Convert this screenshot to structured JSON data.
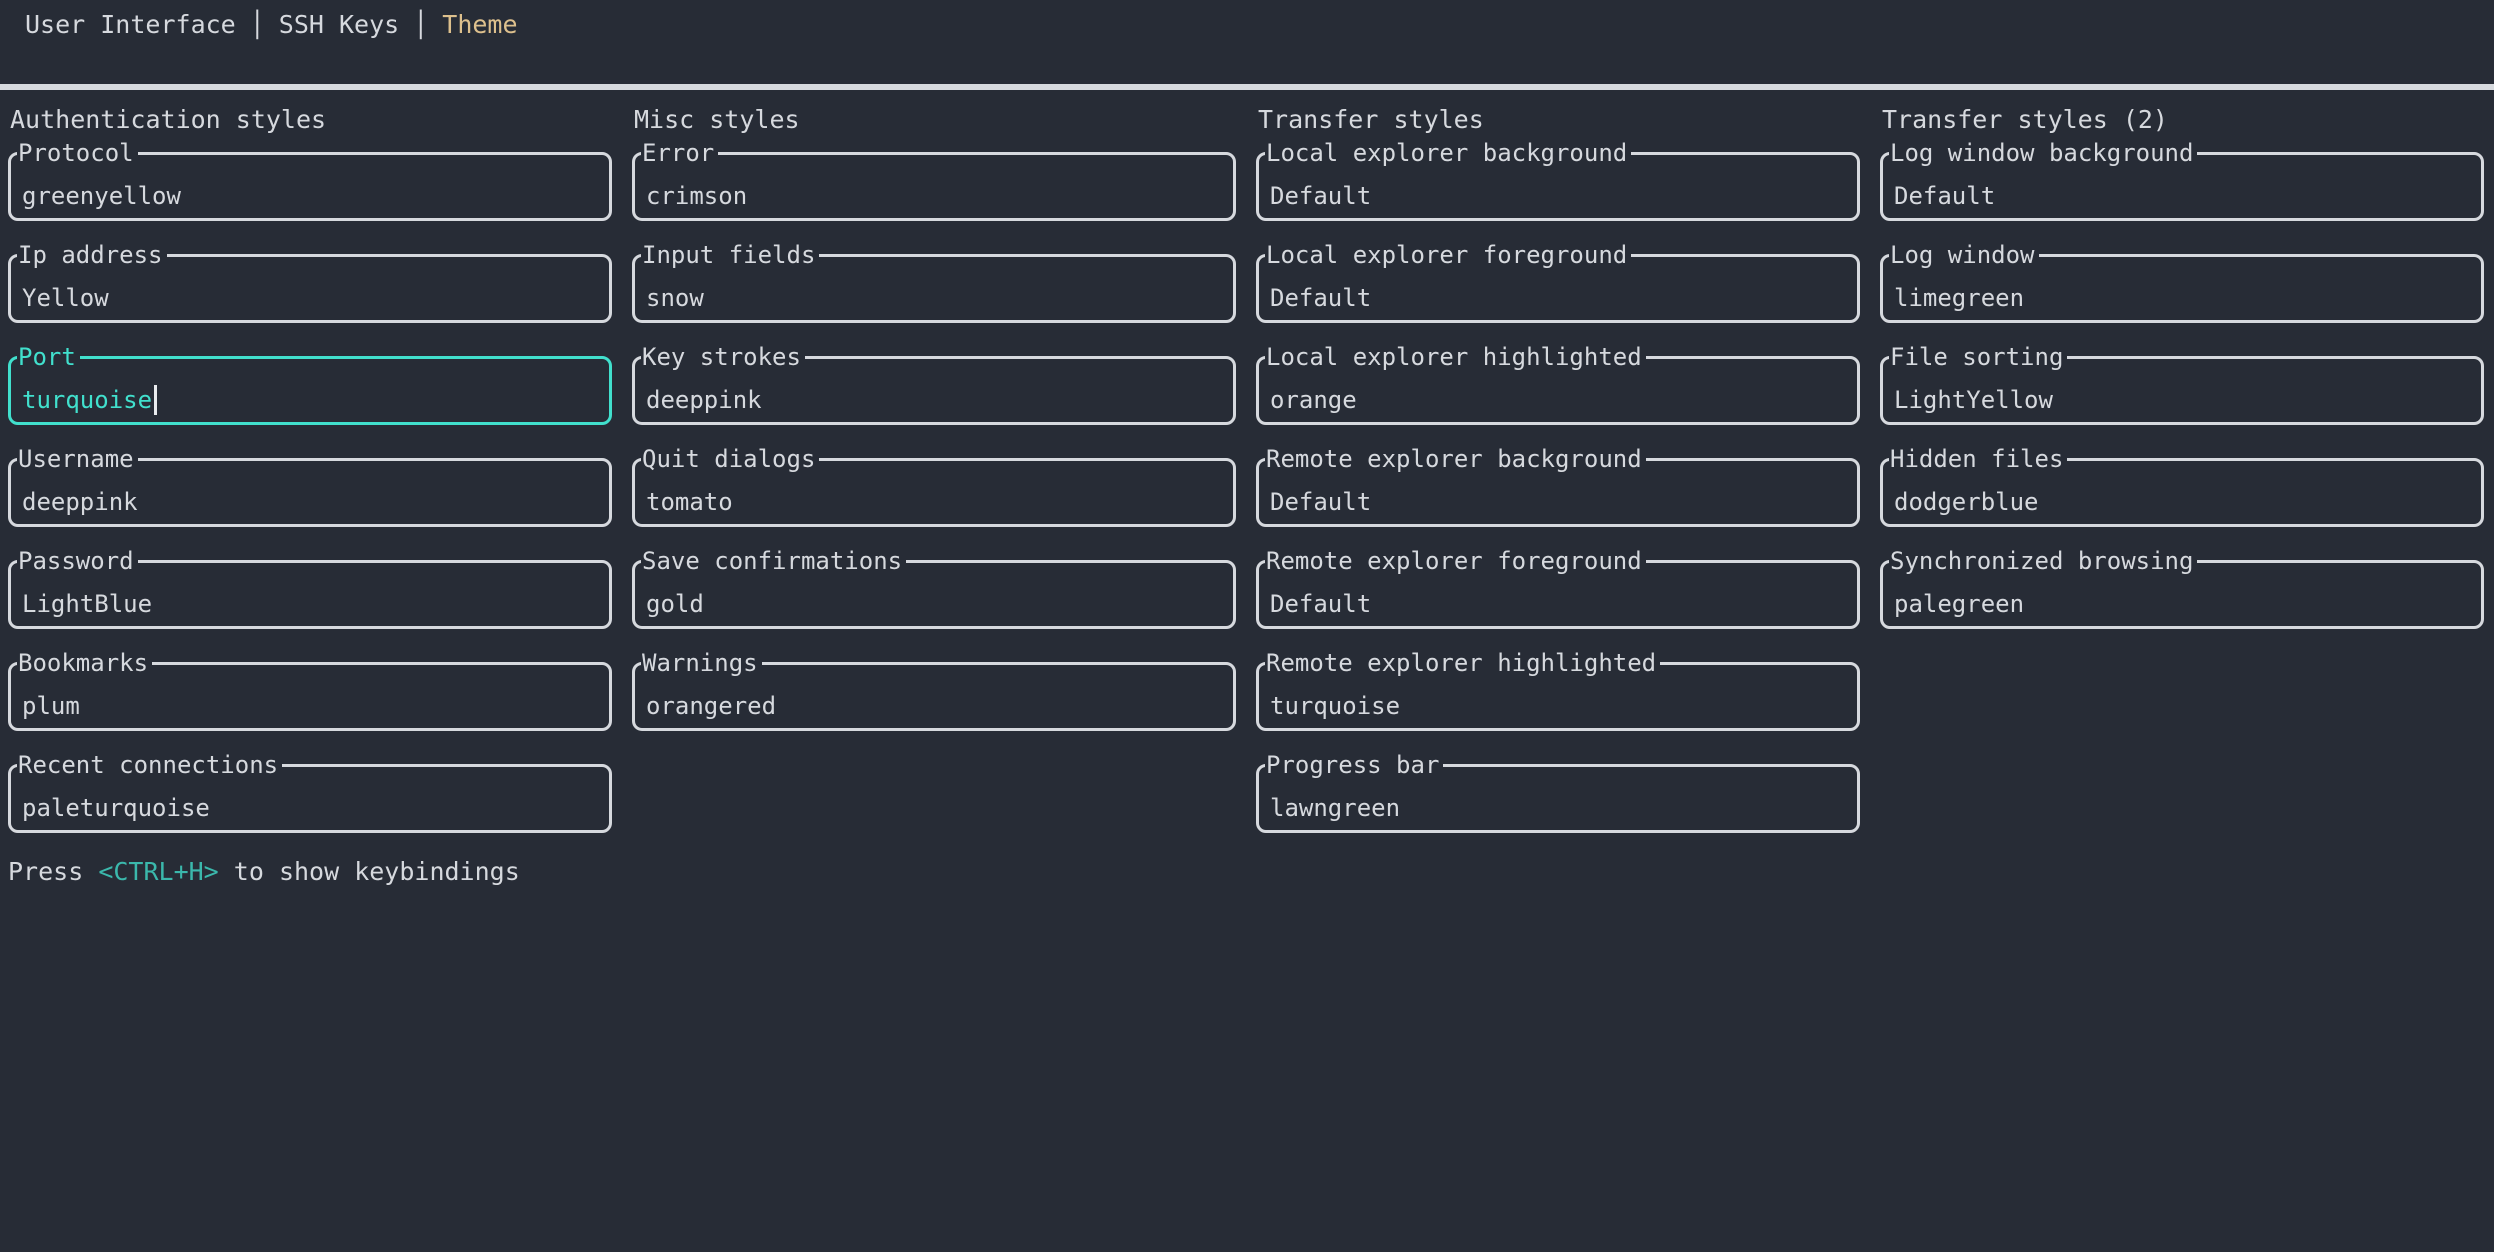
{
  "colors": {
    "bg": "#272c36",
    "fg": "#d6d9de",
    "focus": "#41e0cd",
    "accent-tab": "#ddc08d",
    "accent-key": "#3bb8ac",
    "cursor": "#e9ebee"
  },
  "tabs": {
    "separator": "│",
    "items": [
      {
        "label": "User Interface",
        "active": false
      },
      {
        "label": "SSH Keys",
        "active": false
      },
      {
        "label": "Theme",
        "active": true
      }
    ]
  },
  "columns": [
    {
      "title": "Authentication styles",
      "fields": [
        {
          "label": "Protocol",
          "value": "greenyellow",
          "focused": false
        },
        {
          "label": "Ip address",
          "value": "Yellow",
          "focused": false
        },
        {
          "label": "Port",
          "value": "turquoise",
          "focused": true
        },
        {
          "label": "Username",
          "value": "deeppink",
          "focused": false
        },
        {
          "label": "Password",
          "value": "LightBlue",
          "focused": false
        },
        {
          "label": "Bookmarks",
          "value": "plum",
          "focused": false
        },
        {
          "label": "Recent connections",
          "value": "paleturquoise",
          "focused": false
        }
      ]
    },
    {
      "title": "Misc styles",
      "fields": [
        {
          "label": "Error",
          "value": "crimson",
          "focused": false
        },
        {
          "label": "Input fields",
          "value": "snow",
          "focused": false
        },
        {
          "label": "Key strokes",
          "value": "deeppink",
          "focused": false
        },
        {
          "label": "Quit dialogs",
          "value": "tomato",
          "focused": false
        },
        {
          "label": "Save confirmations",
          "value": "gold",
          "focused": false
        },
        {
          "label": "Warnings",
          "value": "orangered",
          "focused": false
        }
      ]
    },
    {
      "title": "Transfer styles",
      "fields": [
        {
          "label": "Local explorer background",
          "value": "Default",
          "focused": false
        },
        {
          "label": "Local explorer foreground",
          "value": "Default",
          "focused": false
        },
        {
          "label": "Local explorer highlighted",
          "value": "orange",
          "focused": false
        },
        {
          "label": "Remote explorer background",
          "value": "Default",
          "focused": false
        },
        {
          "label": "Remote explorer foreground",
          "value": "Default",
          "focused": false
        },
        {
          "label": "Remote explorer highlighted",
          "value": "turquoise",
          "focused": false
        },
        {
          "label": "Progress bar",
          "value": "lawngreen",
          "focused": false
        }
      ]
    },
    {
      "title": "Transfer styles (2)",
      "fields": [
        {
          "label": "Log window background",
          "value": "Default",
          "focused": false
        },
        {
          "label": "Log window",
          "value": "limegreen",
          "focused": false
        },
        {
          "label": "File sorting",
          "value": "LightYellow",
          "focused": false
        },
        {
          "label": "Hidden files",
          "value": "dodgerblue",
          "focused": false
        },
        {
          "label": "Synchronized browsing",
          "value": "palegreen",
          "focused": false
        }
      ]
    }
  ],
  "help": {
    "prefix": "Press ",
    "key": "<CTRL+H>",
    "suffix": " to show keybindings"
  }
}
